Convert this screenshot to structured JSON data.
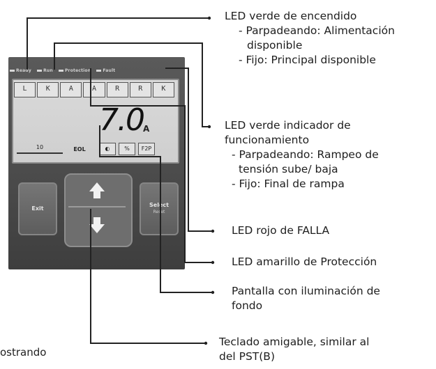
{
  "device": {
    "status_leds": [
      "Ready",
      "Run",
      "Protection",
      "Fault"
    ],
    "lcd_icons": [
      "L",
      "K",
      "A",
      "A",
      "R",
      "R",
      "K"
    ],
    "display_value": "7.0",
    "display_unit": "A",
    "bottom_left_value": "10",
    "bottom_tag": "EOL",
    "bottom_btn_3": "F2P",
    "key_exit": "Exit",
    "key_select": "Select",
    "key_select_sub": "Reset"
  },
  "callouts": [
    {
      "title": "LED verde de encendido",
      "lines": [
        "- Parpadeando: Alimentación",
        "  disponible",
        "- Fijo: Principal disponible"
      ]
    },
    {
      "title": "LED verde indicador de",
      "lines": [
        "funcionamiento",
        "- Parpadeando: Rampeo de",
        "  tensión sube/ baja",
        "- Fijo: Final de rampa"
      ]
    },
    {
      "title": "LED rojo de FALLA",
      "lines": []
    },
    {
      "title": "LED amarillo de Protección",
      "lines": []
    },
    {
      "title": "Pantalla con iluminación de",
      "lines": [
        "fondo"
      ]
    },
    {
      "title": "Teclado amigable, similar al",
      "lines": [
        "del PST(B)"
      ]
    }
  ],
  "caption_fragment": "ostrando"
}
